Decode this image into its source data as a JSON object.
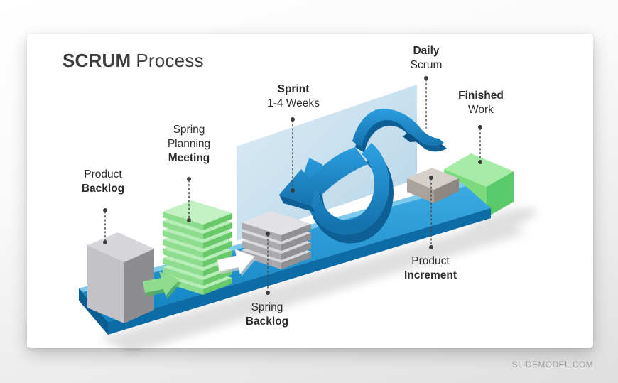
{
  "title": {
    "bold": "SCRUM",
    "regular": "Process"
  },
  "watermark": "SLIDEMODEL.COM",
  "labels": {
    "product_backlog": {
      "line1": "Product",
      "line2": "Backlog"
    },
    "sprint_planning_meeting": {
      "line1": "Spring",
      "line2": "Planning",
      "line3": "Meeting"
    },
    "sprint": {
      "line1": "Sprint",
      "line2": "1-4 Weeks"
    },
    "daily_scrum": {
      "line1": "Daily",
      "line2": "Scrum"
    },
    "finished_work": {
      "line1": "Finished",
      "line2": "Work"
    },
    "sprint_backlog": {
      "line1": "Spring",
      "line2": "Backlog"
    },
    "product_increment": {
      "line1": "Product",
      "line2": "Increment"
    }
  },
  "colors": {
    "ramp_blue": "#1b93d2",
    "ramp_front_blue": "#0d6ca5",
    "panel_blue": "#b9d6e9",
    "arrow_blue": "#1e88c9",
    "arrow_blue_dark": "#0d5f96",
    "box_gray_light": "#c3c3c7",
    "box_gray_dark": "#8d8d91",
    "stack_green_top": "#b7edb7",
    "stack_green_front": "#8edc8e",
    "finished_green": "#7cda7c",
    "text_dark": "#2d2d2d",
    "watermark_gray": "#9d9d9d"
  }
}
